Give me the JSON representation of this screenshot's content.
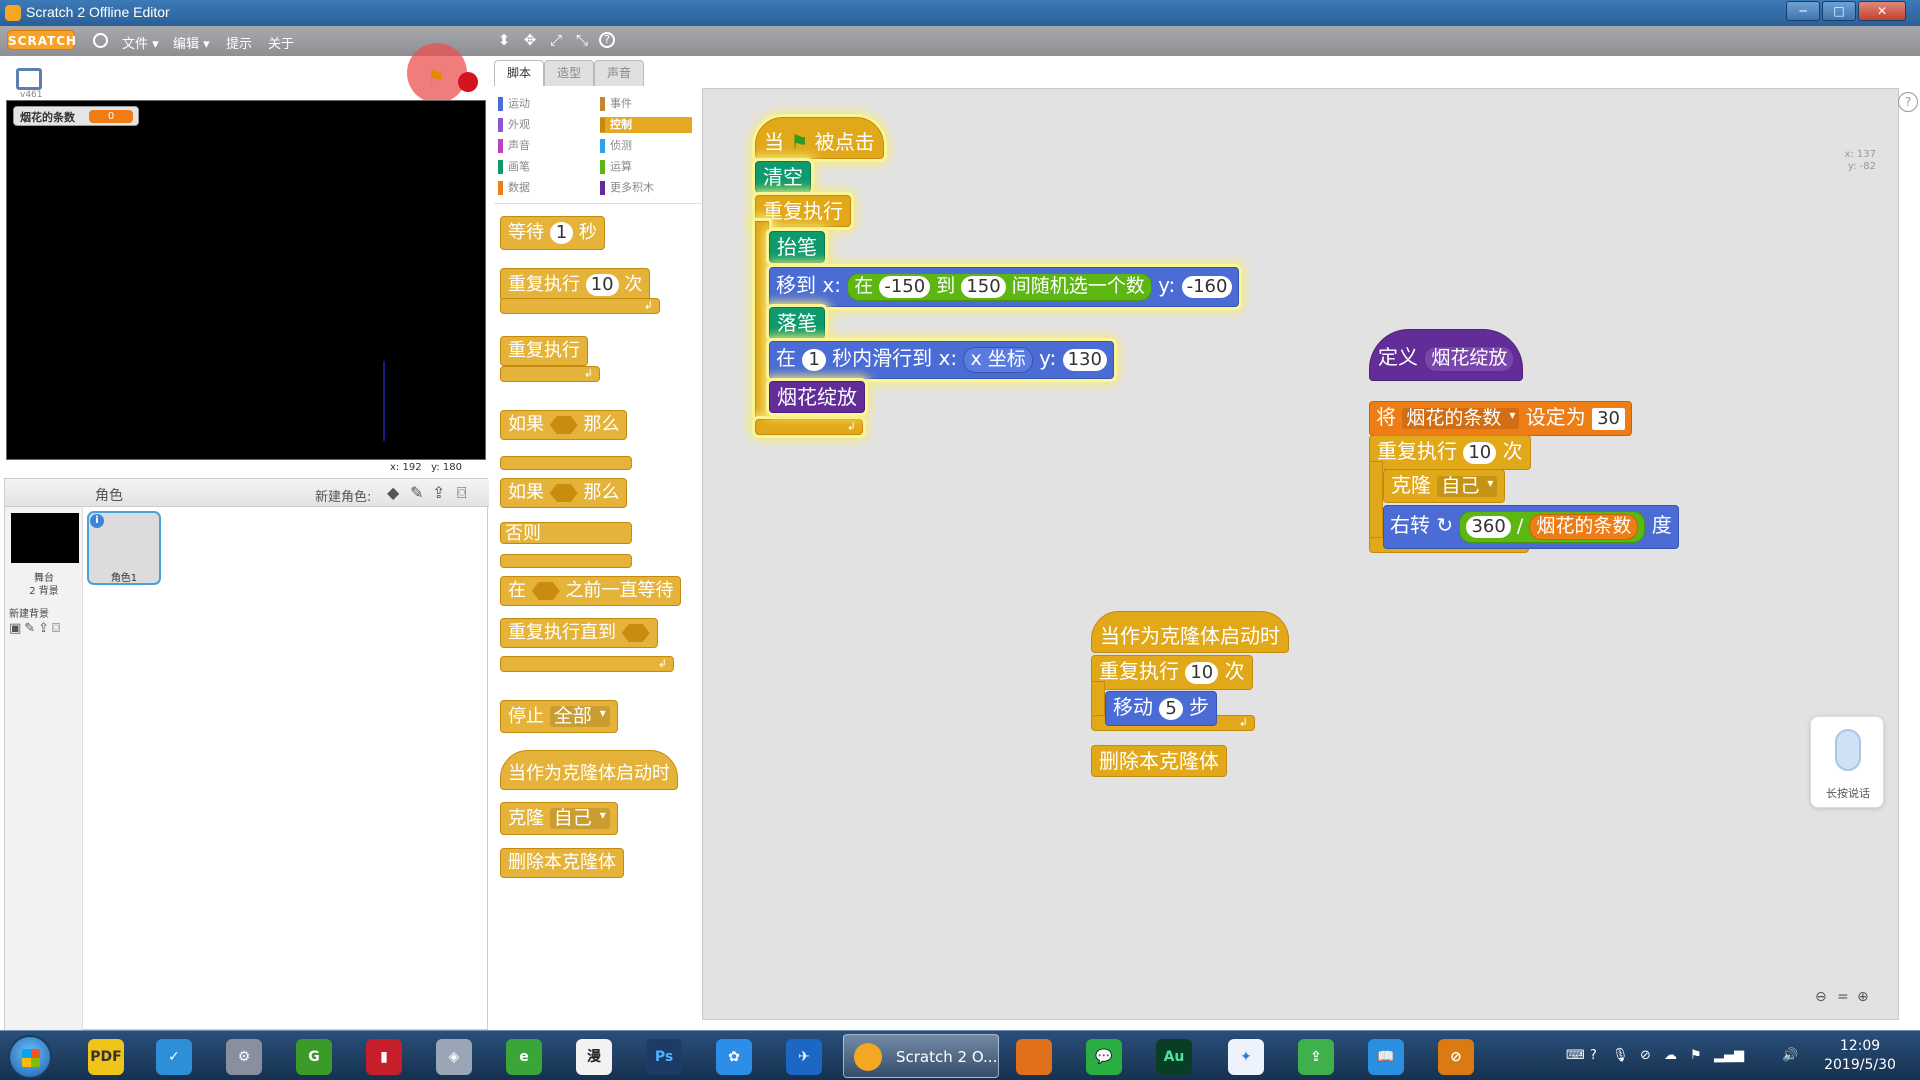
{
  "window": {
    "title": "Scratch 2 Offline Editor",
    "buttons": {
      "minimize": "─",
      "maximize": "□",
      "close": "✕"
    }
  },
  "menubar": {
    "logo": "SCRATCH",
    "items": [
      "文件 ▾",
      "编辑 ▾",
      "提示",
      "关于"
    ],
    "tool_icons": [
      "stamp-icon",
      "cross-arrows-icon",
      "grow-icon",
      "shrink-icon",
      "help-icon"
    ],
    "tool_glyphs": [
      "⬍",
      "✥",
      "⤢",
      "⤡",
      "?"
    ]
  },
  "stage": {
    "version": "v461",
    "variable_monitor": {
      "label": "烟花的条数",
      "value": "0"
    },
    "mouse": {
      "x_label": "x:",
      "x": "192",
      "y_label": "y:",
      "y": "180"
    }
  },
  "sprites": {
    "header": "角色",
    "new_sprite_label": "新建角色:",
    "stage_label": "舞台",
    "backdrops_count": "2 背景",
    "new_backdrop_label": "新建背景",
    "sprite_name": "角色1",
    "info_glyph": "i"
  },
  "tabs": [
    {
      "label": "脚本",
      "active": true
    },
    {
      "label": "造型",
      "active": false
    },
    {
      "label": "声音",
      "active": false
    }
  ],
  "categories": [
    {
      "label": "运动",
      "color": "#4a6cd4"
    },
    {
      "label": "事件",
      "color": "#c88330"
    },
    {
      "label": "外观",
      "color": "#8a55d7"
    },
    {
      "label": "控制",
      "color": "#e1a91a",
      "active": true
    },
    {
      "label": "声音",
      "color": "#bb42c3"
    },
    {
      "label": "侦测",
      "color": "#2ca5e2"
    },
    {
      "label": "画笔",
      "color": "#0e9a6c"
    },
    {
      "label": "运算",
      "color": "#5cb712"
    },
    {
      "label": "数据",
      "color": "#ee7d16"
    },
    {
      "label": "更多积木",
      "color": "#632d99"
    }
  ],
  "palette": {
    "wait": {
      "pre": "等待",
      "val": "1",
      "post": "秒"
    },
    "repeat": {
      "pre": "重复执行",
      "val": "10",
      "post": "次"
    },
    "forever": "重复执行",
    "if_then": {
      "pre": "如果",
      "post": "那么"
    },
    "if_else": {
      "pre": "如果",
      "post": "那么",
      "else": "否则"
    },
    "wait_until": {
      "pre": "在",
      "post": "之前一直等待"
    },
    "repeat_until": "重复执行直到",
    "stop": {
      "pre": "停止",
      "opt": "全部"
    },
    "when_clone": "当作为克隆体启动时",
    "clone": {
      "pre": "克隆",
      "opt": "自己"
    },
    "delete_clone": "删除本克隆体"
  },
  "script1": {
    "hat": {
      "pre": "当",
      "post": "被点击"
    },
    "clear": "清空",
    "forever": "重复执行",
    "pen_up": "抬笔",
    "goto": {
      "pre": "移到",
      "x": "x:",
      "in": "在",
      "from": "-150",
      "to_word": "到",
      "to": "150",
      "rand": "间随机选一个数",
      "y": "y:",
      "yval": "-160"
    },
    "pen_down": "落笔",
    "glide": {
      "pre": "在",
      "secs": "1",
      "mid": "秒内滑行到",
      "x": "x:",
      "xrep": "x 坐标",
      "y": "y:",
      "yval": "130"
    },
    "call": "烟花绽放"
  },
  "script2": {
    "define": "定义",
    "name": "烟花绽放",
    "set": {
      "pre": "将",
      "var": "烟花的条数",
      "mid": "设定为",
      "val": "30"
    },
    "repeat": {
      "pre": "重复执行",
      "val": "10",
      "post": "次"
    },
    "clone": {
      "pre": "克隆",
      "opt": "自己"
    },
    "turn": {
      "pre": "右转",
      "num": "360",
      "div": "/",
      "var": "烟花的条数",
      "post": "度"
    }
  },
  "script3": {
    "hat": "当作为克隆体启动时",
    "repeat": {
      "pre": "重复执行",
      "val": "10",
      "post": "次"
    },
    "move": {
      "pre": "移动",
      "val": "5",
      "post": "步"
    },
    "delete": "删除本克隆体"
  },
  "script_coords": {
    "x": "x: 137",
    "y": "y: -82"
  },
  "voice_widget": {
    "label": "长按说话"
  },
  "taskbar": {
    "active_task": "Scratch 2 O...",
    "time": "12:09",
    "date": "2019/5/30",
    "icons": [
      "PDF",
      "✓",
      "⚙",
      "G",
      "▮",
      "◈",
      "e",
      "漫",
      "Ps",
      "✿",
      "✈",
      "",
      "",
      "💬",
      "Au",
      "✦",
      "⇪",
      "📖",
      "⊘"
    ]
  }
}
